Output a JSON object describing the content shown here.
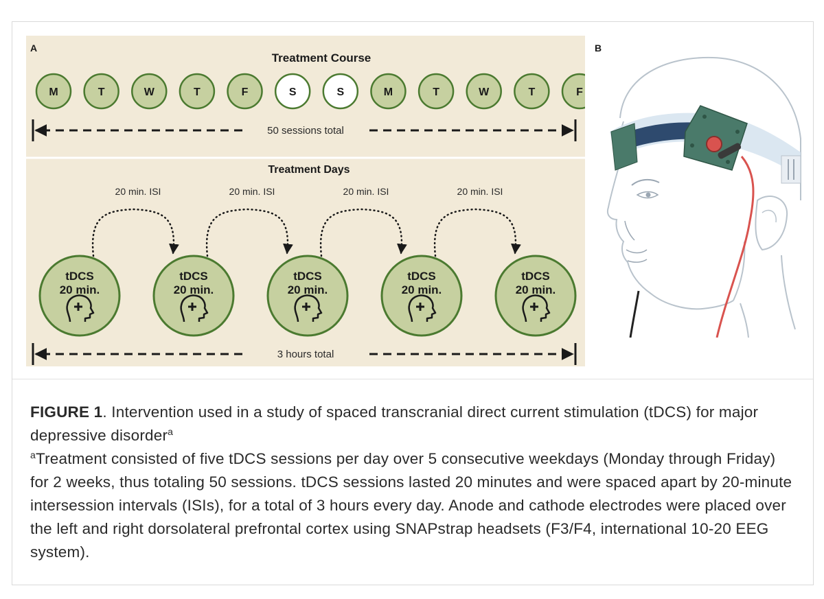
{
  "panel_a": {
    "label": "A",
    "course_title": "Treatment Course",
    "days": [
      {
        "letter": "M",
        "treatment": true
      },
      {
        "letter": "T",
        "treatment": true
      },
      {
        "letter": "W",
        "treatment": true
      },
      {
        "letter": "T",
        "treatment": true
      },
      {
        "letter": "F",
        "treatment": true
      },
      {
        "letter": "S",
        "treatment": false
      },
      {
        "letter": "S",
        "treatment": false
      },
      {
        "letter": "M",
        "treatment": true
      },
      {
        "letter": "T",
        "treatment": true
      },
      {
        "letter": "W",
        "treatment": true
      },
      {
        "letter": "T",
        "treatment": true
      },
      {
        "letter": "F",
        "treatment": true
      }
    ],
    "sessions_total": "50 sessions total",
    "days_title": "Treatment Days",
    "isi_label": "20 min. ISI",
    "isi_count": 4,
    "session_line1": "tDCS",
    "session_line2": "20 min.",
    "session_count": 5,
    "hours_total": "3 hours total",
    "colors": {
      "background": "#f2ead8",
      "circle_fill": "#c6d0a0",
      "circle_stroke": "#4b7a30",
      "off_day_fill": "#ffffff"
    }
  },
  "panel_b": {
    "label": "B",
    "illustration": "head-with-tdcs-headset",
    "colors": {
      "strap": "#2e4a6e",
      "electrode": "#4a7a6a",
      "wire": "#d9534f"
    }
  },
  "caption": {
    "figure_label": "FIGURE 1",
    "title": ". Intervention used in a study of spaced transcranial direct current stimulation (tDCS) for major depressive disorder",
    "title_sup": "a",
    "note_sup": "a",
    "note": "Treatment consisted of five tDCS sessions per day over 5 consecutive weekdays (Monday through Friday) for 2 weeks, thus totaling 50 sessions. tDCS sessions lasted 20 minutes and were spaced apart by 20-minute intersession intervals (ISIs), for a total of 3 hours every day. Anode and cathode electrodes were placed over the left and right dorsolateral prefrontal cortex using SNAPstrap headsets (F3/F4, international 10-20 EEG system)."
  }
}
